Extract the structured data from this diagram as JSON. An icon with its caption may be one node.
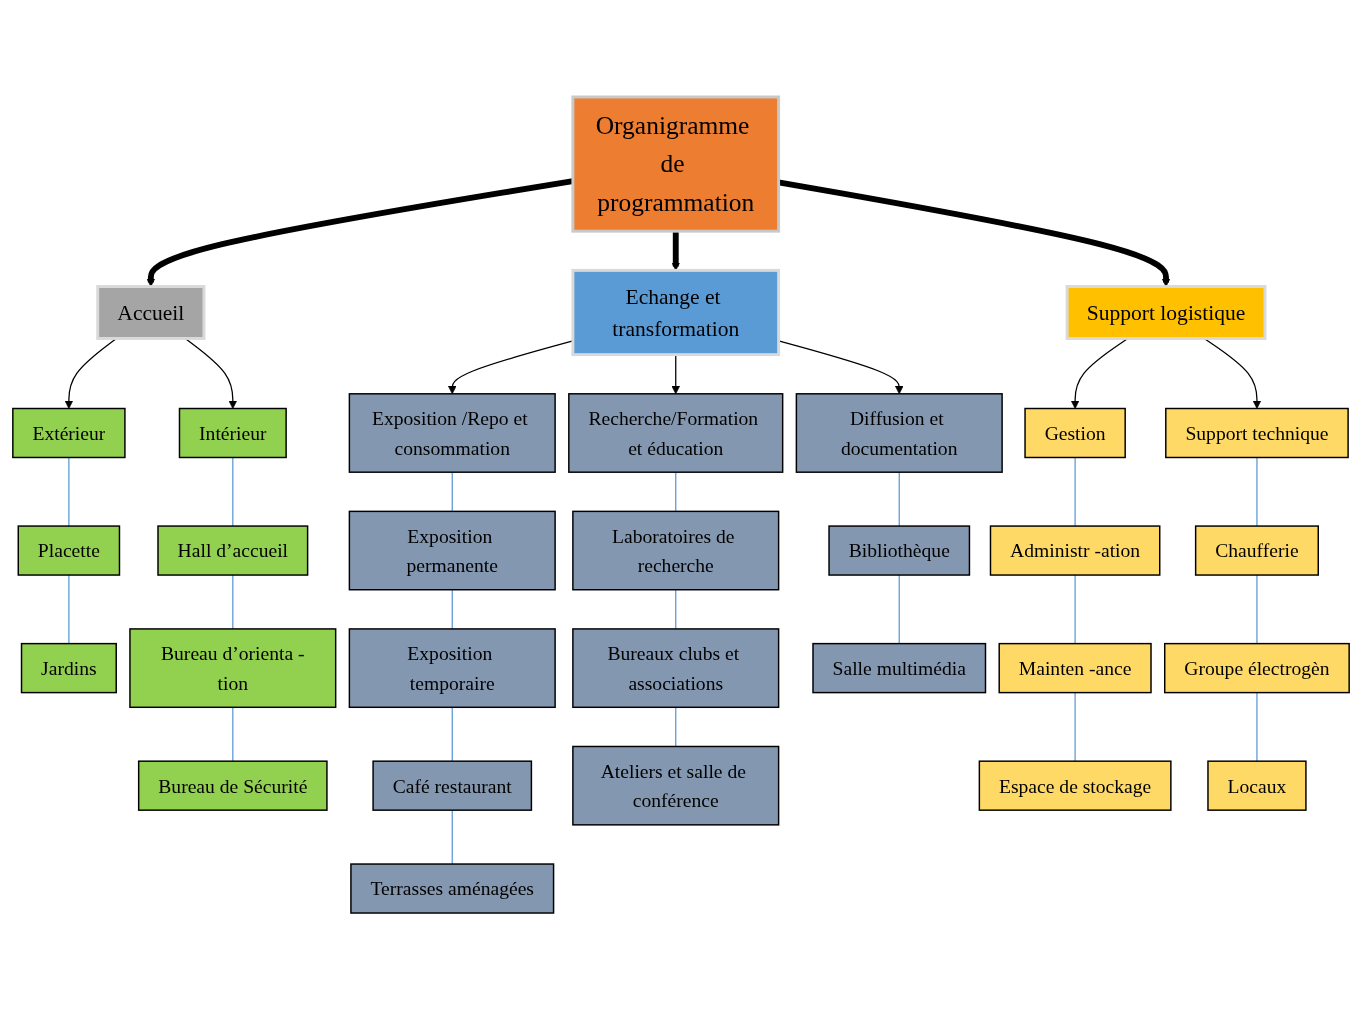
{
  "diagram": {
    "nodes": [
      {
        "text": [
          "Organigramme de programmation"
        ]
      },
      {
        "text": [
          "Accueil"
        ]
      },
      {
        "text": [
          "Echange et transformation"
        ]
      },
      {
        "text": [
          "Support logistique"
        ]
      },
      {
        "text": [
          "Extérieur"
        ]
      },
      {
        "text": [
          "Intérieur"
        ]
      },
      {
        "text": [
          "Exposition /Repo et consommation"
        ]
      },
      {
        "text": [
          "Recherche/Formation et éducation"
        ]
      },
      {
        "text": [
          "Diffusion et documentation"
        ]
      },
      {
        "text": [
          "Gestion"
        ]
      },
      {
        "text": [
          "Support technique"
        ]
      },
      {
        "text": [
          "Placette"
        ]
      },
      {
        "text": [
          "Jardins"
        ]
      },
      {
        "text": [
          "Hall d’accueil"
        ]
      },
      {
        "text": [
          "Bureau d’orienta -tion"
        ]
      },
      {
        "text": [
          "Bureau de Sécurité"
        ]
      },
      {
        "text": [
          "Exposition permanente"
        ]
      },
      {
        "text": [
          "Exposition temporaire"
        ]
      },
      {
        "text": [
          "Café restaurant"
        ]
      },
      {
        "text": [
          "Terrasses aménagées"
        ]
      },
      {
        "text": [
          "Laboratoires de recherche"
        ]
      },
      {
        "text": [
          "Bureaux clubs et associations"
        ]
      },
      {
        "text": [
          "Ateliers et salle de conférence"
        ]
      },
      {
        "text": [
          "Bibliothèque"
        ]
      },
      {
        "text": [
          "Salle multimédia"
        ]
      },
      {
        "text": [
          "Administr -ation"
        ]
      },
      {
        "text": [
          "Mainten -ance"
        ]
      },
      {
        "text": [
          "Espace de stockage"
        ]
      },
      {
        "text": [
          "Chaufferie"
        ]
      },
      {
        "text": [
          "Groupe électrogèn"
        ]
      },
      {
        "text": [
          "Locaux"
        ]
      }
    ],
    "edges": [
      {
        "from": 0,
        "to": 1,
        "arrow": "to",
        "style": "thick",
        "color": "#000000"
      },
      {
        "from": 0,
        "to": 2,
        "arrow": "to",
        "style": "thick",
        "color": "#000000"
      },
      {
        "from": 0,
        "to": 3,
        "arrow": "to",
        "style": "thick",
        "color": "#000000"
      },
      {
        "from": 1,
        "to": 4,
        "arrow": "to",
        "color": "#000000"
      },
      {
        "from": 1,
        "to": 5,
        "arrow": "to",
        "color": "#000000"
      },
      {
        "from": 2,
        "to": 6,
        "arrow": "to",
        "color": "#000000"
      },
      {
        "from": 2,
        "to": 7,
        "arrow": "to",
        "color": "#000000"
      },
      {
        "from": 2,
        "to": 8,
        "arrow": "to",
        "color": "#000000"
      },
      {
        "from": 3,
        "to": 9,
        "arrow": "to",
        "color": "#000000"
      },
      {
        "from": 3,
        "to": 10,
        "arrow": "to",
        "color": "#000000"
      },
      {
        "from": 4,
        "to": 11,
        "arrow": "none"
      },
      {
        "from": 11,
        "to": 12,
        "arrow": "none"
      },
      {
        "from": 5,
        "to": 13,
        "arrow": "none"
      },
      {
        "from": 13,
        "to": 14,
        "arrow": "none"
      },
      {
        "from": 14,
        "to": 15,
        "arrow": "none"
      },
      {
        "from": 6,
        "to": 16,
        "arrow": "none"
      },
      {
        "from": 16,
        "to": 17,
        "arrow": "none"
      },
      {
        "from": 17,
        "to": 18,
        "arrow": "none"
      },
      {
        "from": 18,
        "to": 19,
        "arrow": "none"
      },
      {
        "from": 7,
        "to": 20,
        "arrow": "none"
      },
      {
        "from": 20,
        "to": 21,
        "arrow": "none"
      },
      {
        "from": 21,
        "to": 22,
        "arrow": "none"
      },
      {
        "from": 8,
        "to": 23,
        "arrow": "none"
      },
      {
        "from": 23,
        "to": 24,
        "arrow": "none"
      },
      {
        "from": 9,
        "to": 25,
        "arrow": "none"
      },
      {
        "from": 25,
        "to": 26,
        "arrow": "none"
      },
      {
        "from": 26,
        "to": 27,
        "arrow": "none"
      },
      {
        "from": 10,
        "to": 28,
        "arrow": "none"
      },
      {
        "from": 28,
        "to": 29,
        "arrow": "none"
      },
      {
        "from": 29,
        "to": 30,
        "arrow": "none"
      }
    ]
  }
}
